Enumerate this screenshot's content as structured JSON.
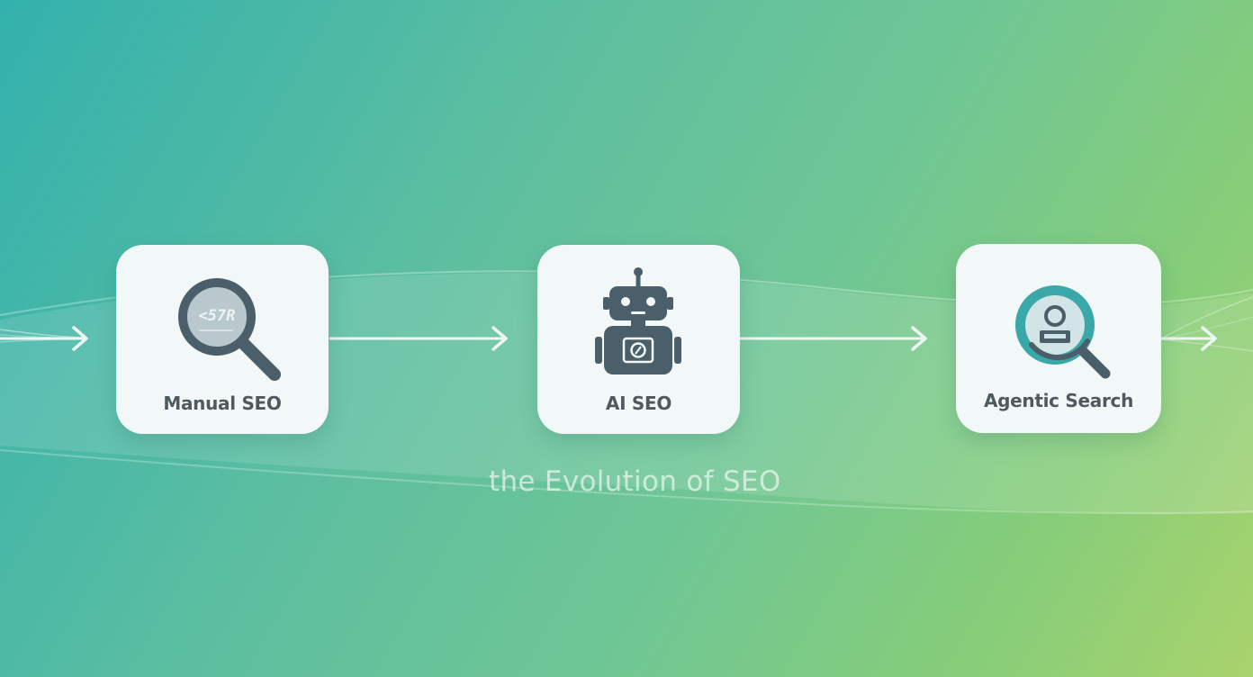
{
  "nodes": [
    {
      "label": "Manual SEO",
      "icon": "magnifier-icon",
      "lens_text": "<57R"
    },
    {
      "label": "AI SEO",
      "icon": "robot-icon"
    },
    {
      "label": "Agentic Search",
      "icon": "user-search-icon"
    }
  ],
  "caption": "the Evolution of SEO",
  "colors": {
    "icon": "#4b5f6b",
    "teal_ring": "#3aa8a8",
    "card": "#f2f7f7",
    "label": "#4f5a60",
    "arrow": "#eef6f2"
  }
}
